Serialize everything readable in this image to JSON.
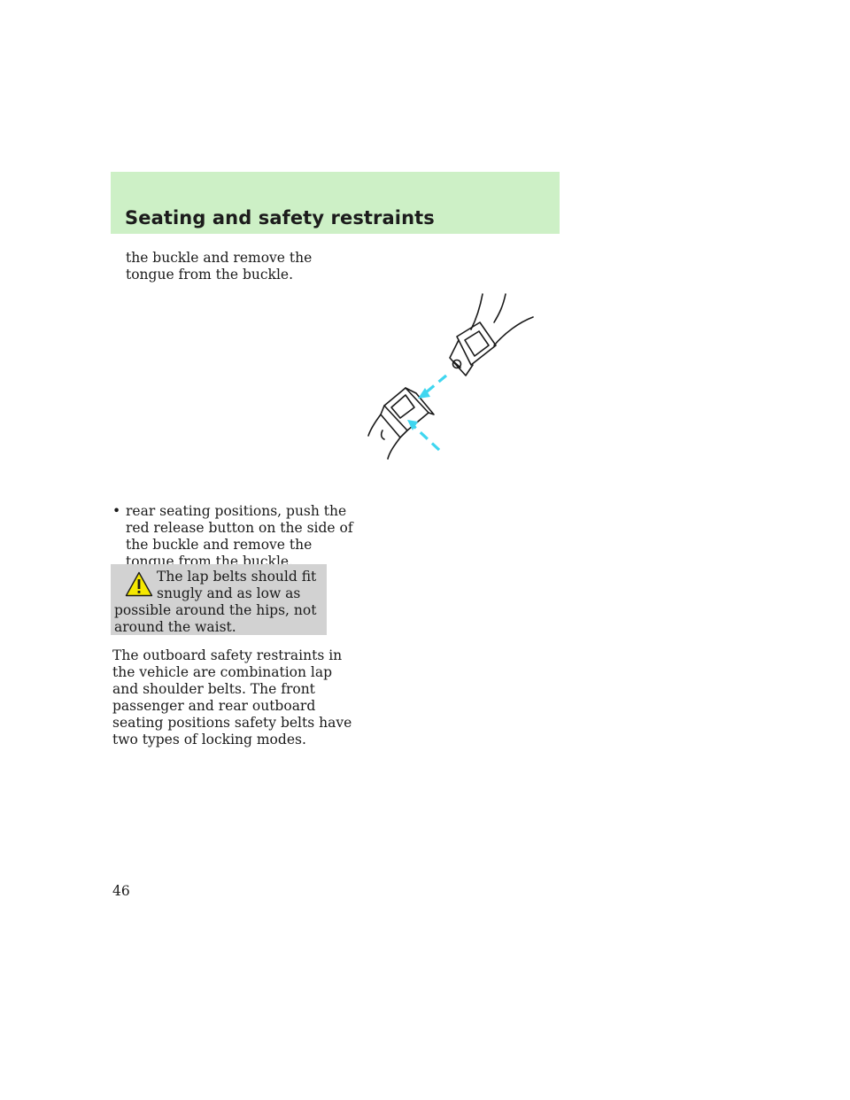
{
  "header": {
    "title": "Seating and safety restraints"
  },
  "intro": {
    "lines": [
      "the buckle and remove the",
      "tongue from the buckle."
    ]
  },
  "bullet": {
    "marker": "•",
    "lines": [
      "rear seating positions, push the",
      "red release button on the side of",
      "the buckle and remove the",
      "tongue from the buckle."
    ]
  },
  "warning": {
    "icon": "warning-triangle-icon",
    "lines": [
      "The lap belts should fit",
      "snugly and as low as",
      "possible around the hips, not",
      "around the waist."
    ]
  },
  "paragraph": {
    "lines": [
      "The outboard safety restraints in",
      "the vehicle are combination lap",
      "and shoulder belts. The front",
      "passenger and rear outboard",
      "seating positions safety belts have",
      "two types of locking modes."
    ]
  },
  "page_number": "46",
  "colors": {
    "header_band": "#cdf0c6",
    "warning_box": "#d2d2d2",
    "arrow": "#3fd6f0",
    "warning_icon": "#f5e800"
  }
}
